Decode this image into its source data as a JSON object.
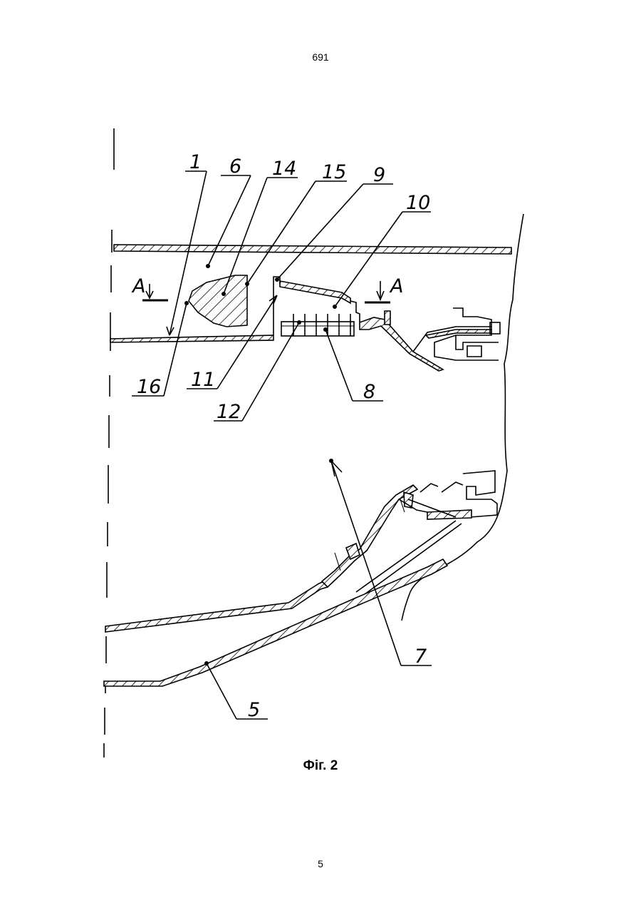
{
  "page": {
    "top_number": "691",
    "bottom_number": "5"
  },
  "figure": {
    "caption": "Фіг. 2",
    "section_marks": [
      "A",
      "A"
    ],
    "reference_labels": [
      "1",
      "6",
      "14",
      "15",
      "9",
      "10",
      "16",
      "11",
      "12",
      "8",
      "7",
      "5"
    ]
  }
}
